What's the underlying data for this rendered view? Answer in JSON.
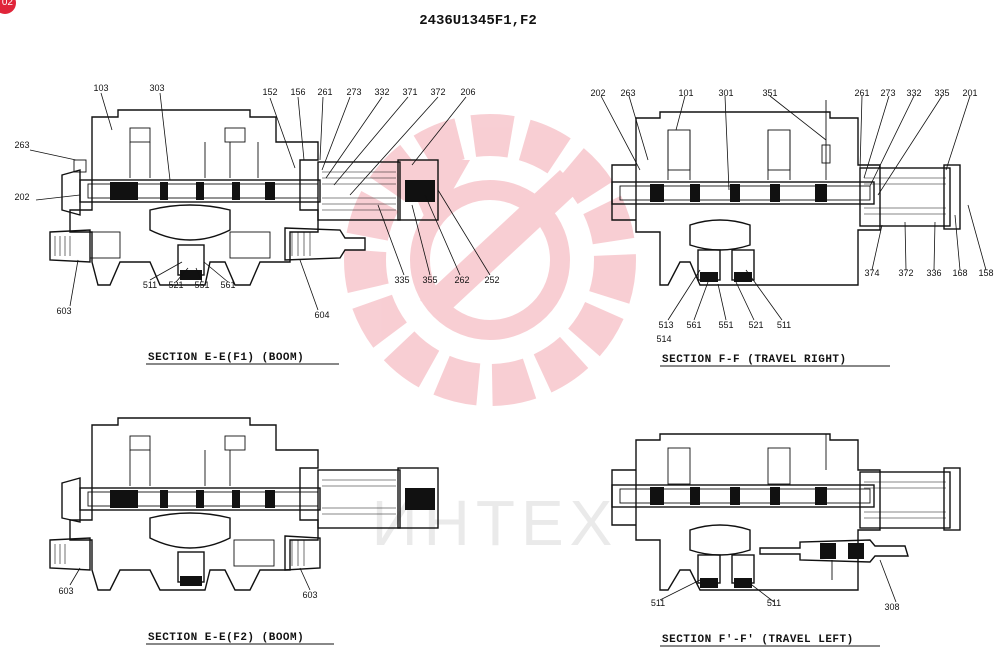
{
  "page": {
    "title": "2436U1345F1,F2",
    "page_badge": "02",
    "watermark_text": "ИНТЕХ",
    "watermark_color": "#e0253a"
  },
  "sections": [
    {
      "id": "ee-f1",
      "caption": "SECTION E-E(F1)  (BOOM)",
      "labels": [
        "103",
        "303",
        "152",
        "156",
        "261",
        "273",
        "332",
        "371",
        "372",
        "206",
        "263",
        "202",
        "603",
        "511",
        "521",
        "551",
        "561",
        "604",
        "335",
        "355",
        "262",
        "252"
      ]
    },
    {
      "id": "ff",
      "caption": "SECTION F-F (TRAVEL RIGHT)",
      "labels": [
        "202",
        "263",
        "101",
        "301",
        "351",
        "261",
        "273",
        "332",
        "335",
        "201",
        "374",
        "372",
        "336",
        "168",
        "158",
        "513",
        "514",
        "561",
        "551",
        "521",
        "511"
      ]
    },
    {
      "id": "ee-f2",
      "caption": "SECTION E-E(F2)  (BOOM)",
      "labels": [
        "603",
        "603"
      ]
    },
    {
      "id": "ff-prime",
      "caption": "SECTION F′-F′ (TRAVEL LEFT)",
      "labels": [
        "511",
        "511",
        "308"
      ]
    }
  ]
}
